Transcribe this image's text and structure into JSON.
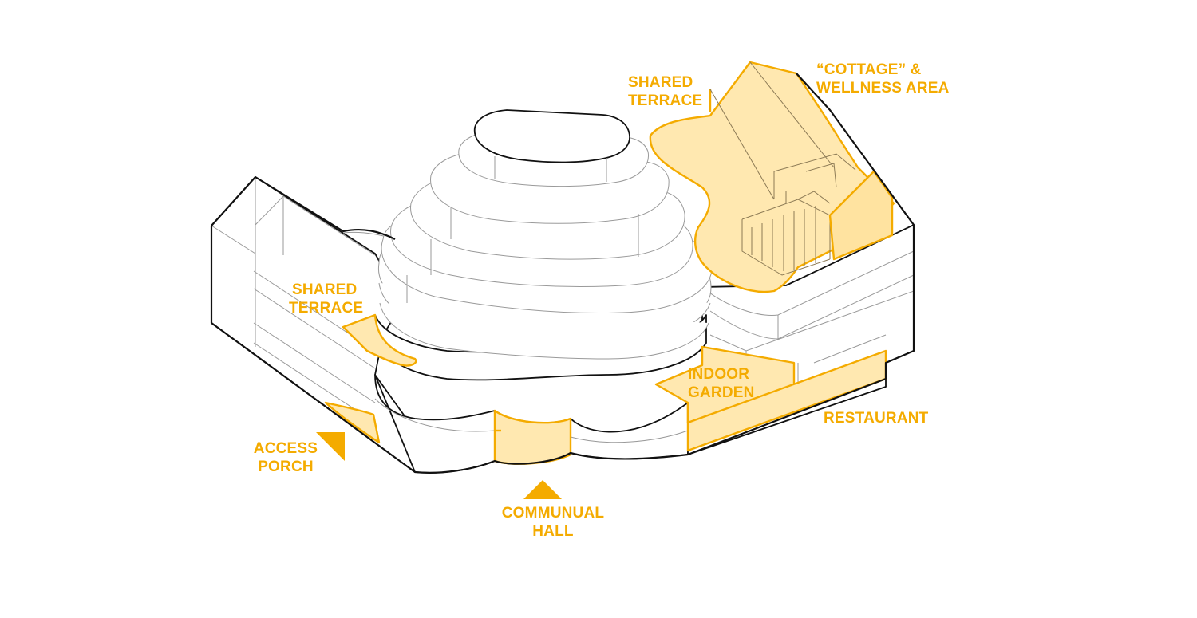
{
  "labels": {
    "cottage_line1": "“COTTAGE” &",
    "cottage_line2": "WELLNESS AREA",
    "shared_terrace_top_line1": "SHARED",
    "shared_terrace_top_line2": "TERRACE",
    "shared_terrace_left_line1": "SHARED",
    "shared_terrace_left_line2": "TERRACE",
    "indoor_garden_line1": "INDOOR",
    "indoor_garden_line2": "GARDEN",
    "restaurant": "RESTAURANT",
    "access_porch_line1": "ACCESS",
    "access_porch_line2": "PORCH",
    "communal_hall_line1": "COMMUNUAL",
    "communal_hall_line2": "HALL"
  },
  "colors": {
    "accent": "#f4ab00",
    "accent_fill": "#ffe8b0",
    "outline": "#111111",
    "background": "#ffffff"
  }
}
